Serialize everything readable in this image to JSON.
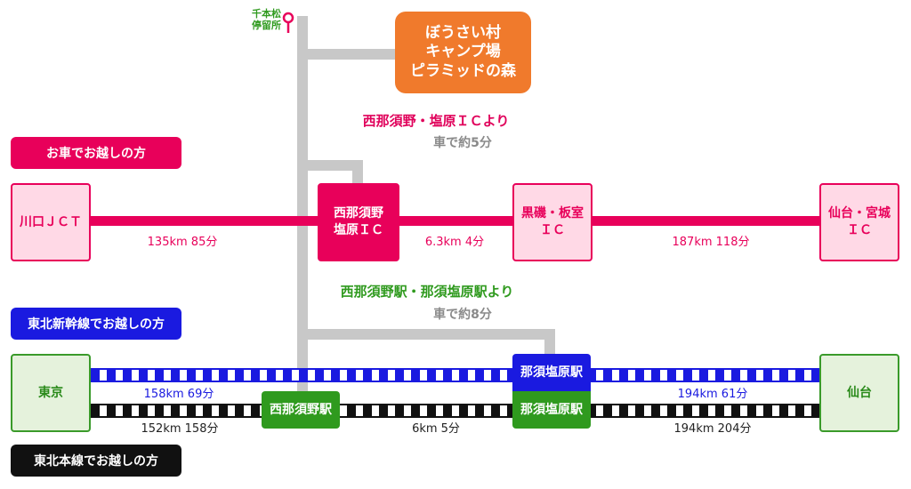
{
  "bus_stop": {
    "label": "千本松\n停留所",
    "icon": "bus-stop-marker-icon"
  },
  "destination": {
    "label": "ぼうさい村\nキャンプ場\nピラミッドの森"
  },
  "car_route": {
    "note_title": "西那須野・塩原ＩＣより",
    "note_time": "車で約5分",
    "legend": "お車でお越しの方",
    "nodes": [
      "川口ＪＣＴ",
      "西那須野\n塩原ＩＣ",
      "黒磯・板室\nＩＣ",
      "仙台・宮城\nＩＣ"
    ],
    "segments": [
      "135km 85分",
      "6.3km 4分",
      "187km 118分"
    ]
  },
  "train_route": {
    "note_title": "西那須野駅・那須塩原駅より",
    "note_time": "車で約8分",
    "shinkansen_legend": "東北新幹線でお越しの方",
    "honsen_legend": "東北本線でお越しの方",
    "stations": {
      "tokyo": "東京",
      "sendai": "仙台",
      "nishinasuno": "西那須野駅",
      "nasushiobara_shinkansen": "那須塩原駅",
      "nasushiobara_honsen": "那須塩原駅"
    },
    "shinkansen_segments": [
      "158km 69分",
      "194km 61分"
    ],
    "honsen_segments": [
      "152km 158分",
      "6km 5分",
      "194km 204分"
    ]
  },
  "colors": {
    "car": "#e8005a",
    "car_note": "#e0005a",
    "train_note": "#2f9a1e",
    "shinkansen": "#1a1ae0",
    "honsen": "#111111",
    "destination": "#f07a2c",
    "road_gray": "#c8c8c8"
  }
}
